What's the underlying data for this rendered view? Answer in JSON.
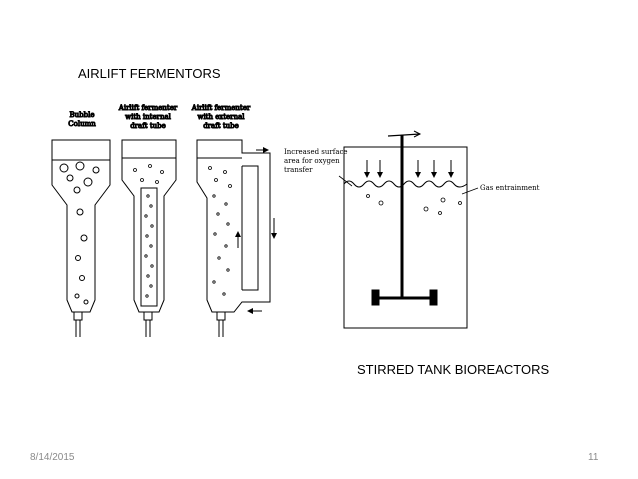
{
  "slide": {
    "title_airlift": "AIRLIFT FERMENTORS",
    "title_stirred": "STIRRED TANK BIOREACTORS",
    "date": "8/14/2015",
    "page_number": "11"
  },
  "airlift": {
    "bubble_column": [
      "Bubble",
      "Column"
    ],
    "internal": [
      "Airlift fermenter",
      "with internal",
      "draft tube"
    ],
    "external": [
      "Airlift fermenter",
      "with external",
      "draft tube"
    ]
  },
  "stirred": {
    "surface_label": [
      "Increased surface",
      "area for oxygen",
      "transfer"
    ],
    "gas_label": "Gas entrainment"
  },
  "colors": {
    "line": "#000000",
    "footer": "#8a8a8a"
  }
}
